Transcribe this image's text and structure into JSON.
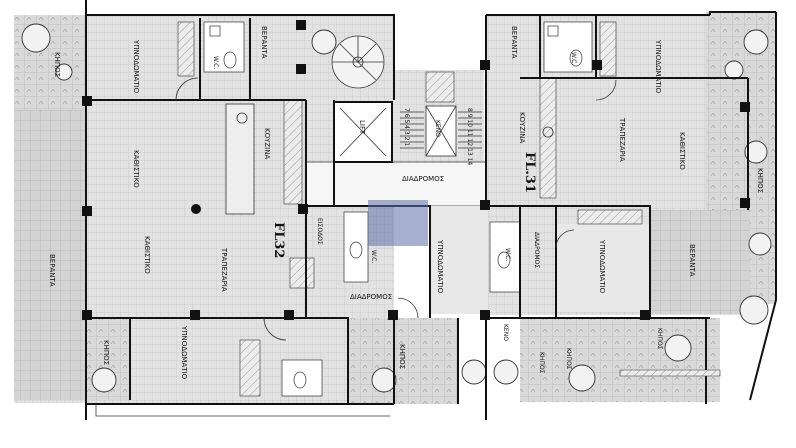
{
  "labels": {
    "kipos_top_left": "ΚΗΠΟΣ",
    "ypnodomatio_top_left": "ΥΠΝΟΔΩΜΑΤΙΟ",
    "wc_top_left": "W.C.",
    "veranta_top_left": "ΒΕΡΑΝΤΑ",
    "kathistiko_left_1": "ΚΑΘΙΣΤΙΚΟ",
    "kathistiko_left_2": "ΚΑΘΙΣΤΙΚΟ",
    "kouzina_left": "ΚΟΥΖΙΝΑ",
    "trapezaria_left": "ΤΡΑΠΕΖΑΡΙΑ",
    "veranta_left": "ΒΕΡΑΝΤΑ",
    "fl32": "FL32",
    "eisodos": "ΕΙΣΟΔΟΣ",
    "wc_center": "W.C.",
    "diadromos_left": "ΔΙΑΔΡΟΜΟΣ",
    "kipos_bottom_left": "ΚΗΠΟΣ",
    "ypnodomatio_bottom_left": "ΥΠΝΟΔΩΜΑΤΙΟ",
    "lift": "LIFT",
    "keno_center": "ΚΕΝΟ",
    "diadromos_center": "ΔΙΑΔΡΟΜΟΣ",
    "ypnodomatio_center": "ΥΠΝΟΔΩΜΑΤΙΟ",
    "kipos_center": "ΚΗΠΟΣ",
    "veranta_top_right": "ΒΕΡΑΝΤΑ",
    "wc_top_right": "W.C.",
    "ypnodomatio_top_right": "ΥΠΝΟΔΩΜΑΤΙΟ",
    "kouzina_right": "ΚΟΥΖΙΝΑ",
    "fl31": "FL.31",
    "trapezaria_right": "ΤΡΑΠΕΖΑΡΙΑ",
    "kathistiko_right": "ΚΑΘΙΣΤΙΚΟ",
    "kipos_right": "ΚΗΠΟΣ",
    "wc_right": "W.C.",
    "diadromos_right": "ΔΙΑΔΡΟΜΟΣ",
    "ypnodomatio_right": "ΥΠΝΟΔΩΜΑΤΙΟ",
    "veranta_right": "ΒΕΡΑΝΤΑ",
    "keno_bottom": "ΚΕΝΟ",
    "kipos_bottom_1": "ΚΗΠΟΣ",
    "kipos_bottom_2": "ΚΗΠΟΣ",
    "kipos_bottom_3": "ΚΗΠΟΣ"
  },
  "stair_numbers": {
    "left_column": "7 6 5 4 3 2 1",
    "right_column": "8 9 10 11 12 13 14"
  },
  "colors": {
    "wall": "#111111",
    "hatch": "#b7b7b7",
    "paving": "#d4d4d4",
    "room": "#e3e3e3",
    "corridor": "#f4f4f4",
    "overlay": "#5f6fa8"
  }
}
